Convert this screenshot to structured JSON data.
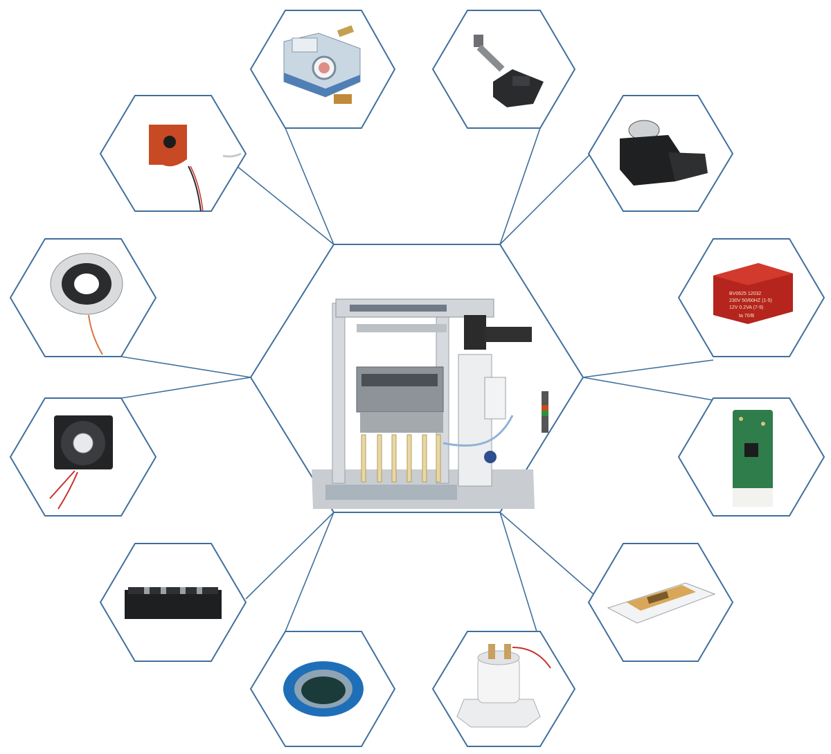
{
  "transformer_label": [
    "BV0625 12032",
    "230V  50/60HZ (1-5)",
    "12V   0.2VA (7-9)",
    "ta 70/B"
  ],
  "colors": {
    "hex_stroke": "#3f6f9c",
    "background": "#ffffff",
    "sensor_red": "#c84a25",
    "transformer_red": "#b5241d",
    "pcb_green": "#2e7d4a",
    "toroid_blue": "#1f6fb8"
  },
  "icons": [
    "dispensing-machine-icon",
    "water-meter-icon",
    "tire-pressure-sensor-icon",
    "parking-sensor-icon",
    "pcb-transformer-icon",
    "pcb-module-icon",
    "igbt-power-module-icon",
    "relay-contactor-icon",
    "toroid-core-icon",
    "connector-strip-icon",
    "cooling-fan-icon",
    "toroidal-sensor-icon",
    "current-transformer-icon"
  ]
}
